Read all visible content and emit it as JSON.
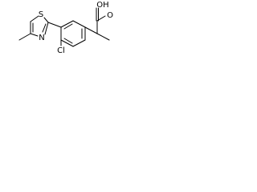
{
  "molecule": {
    "atom_labels": {
      "hydroxyl": "OH",
      "carbonyl_oxygen": "O",
      "chlorine": "Cl",
      "thiazole_sulfur": "S",
      "thiazole_nitrogen": "N"
    },
    "bond_color": "#000000"
  }
}
